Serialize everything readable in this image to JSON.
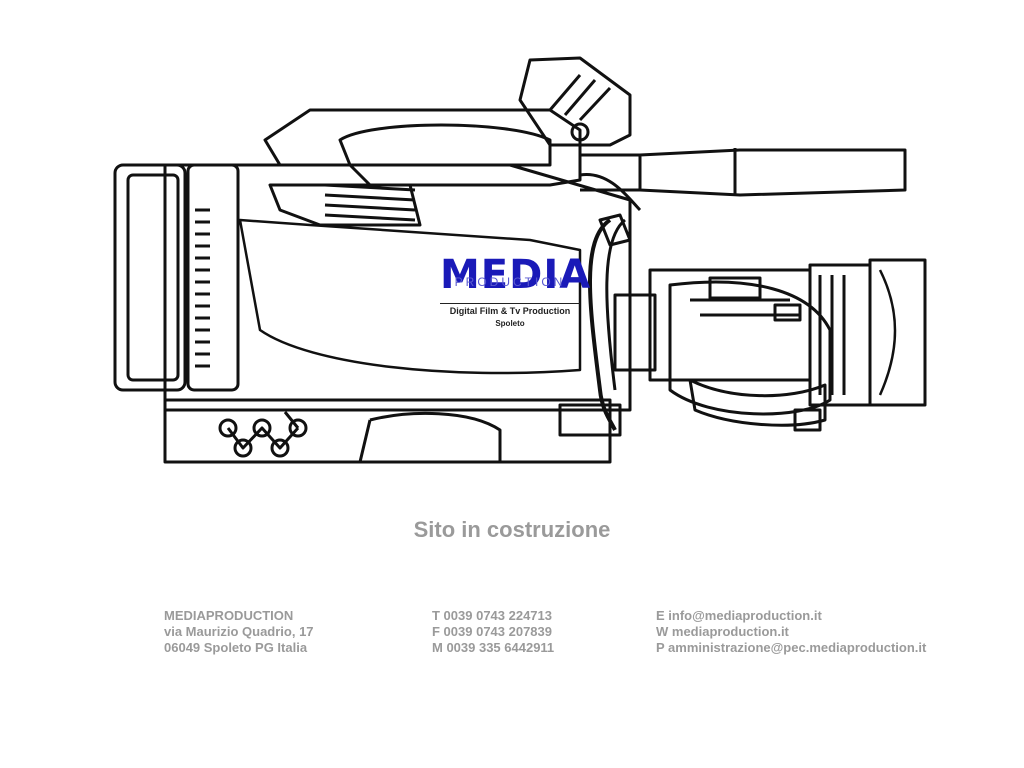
{
  "brand": {
    "name": "MEDIA",
    "sub": "PRODUCTION",
    "tagline": "Digital Film & Tv Production",
    "city": "Spoleto"
  },
  "status_text": "Sito in costruzione",
  "footer": {
    "company": {
      "name": "MEDIAPRODUCTION",
      "street": "via Maurizio Quadrio, 17",
      "city": "06049 Spoleto PG Italia"
    },
    "phones": {
      "tel": "T 0039 0743 224713",
      "fax": "F 0039 0743 207839",
      "mobile": "M 0039 335 6442911"
    },
    "contacts": {
      "email": "E info@mediaproduction.it",
      "web": "W mediaproduction.it",
      "pec": "P amministrazione@pec.mediaproduction.it"
    }
  }
}
